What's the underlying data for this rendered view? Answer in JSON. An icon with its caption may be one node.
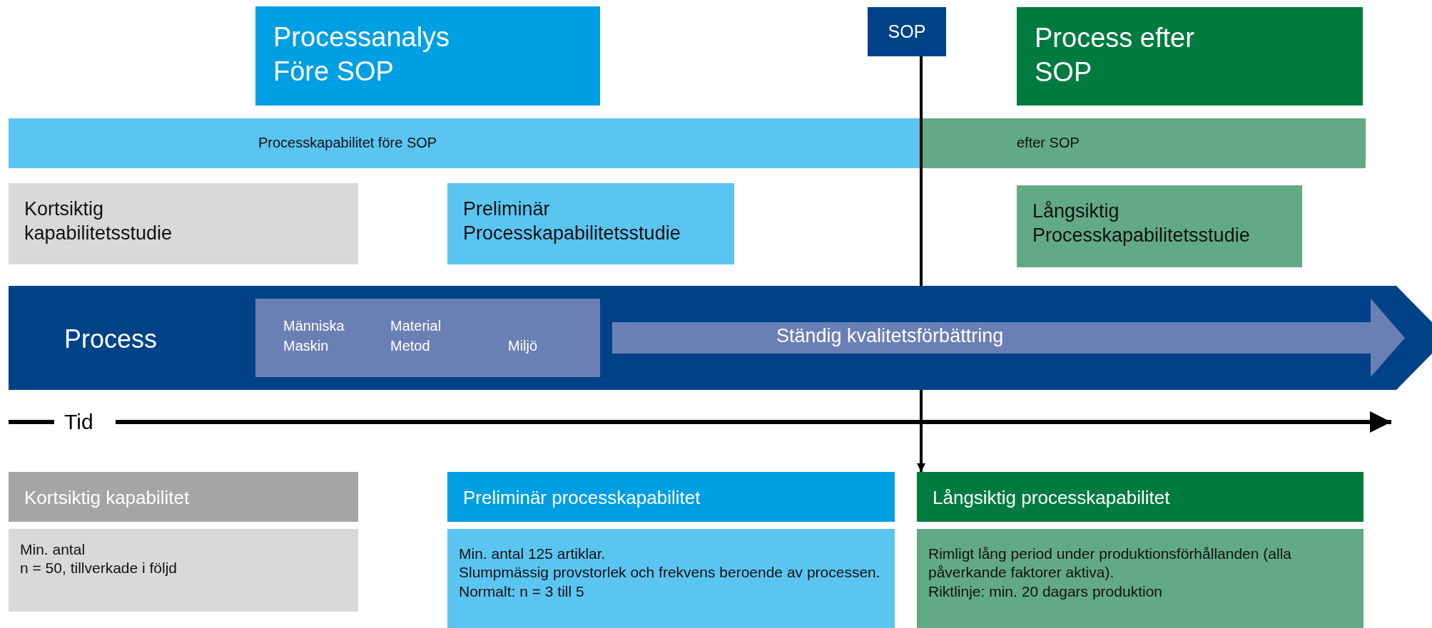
{
  "diagram": {
    "nodes": [
      {
        "text": [
          "Processanalys Före SOP"
        ]
      },
      {
        "text": [
          "SOP"
        ]
      },
      {
        "text": [
          "Process efter SOP"
        ]
      },
      {
        "text": [
          "Processkapabilitet före SOP"
        ]
      },
      {
        "text": [
          "efter SOP"
        ]
      },
      {
        "text": [
          "Kortsiktig kapabilitetsstudie"
        ]
      },
      {
        "text": [
          "Preliminär Processkapabilitetsstudie"
        ]
      },
      {
        "text": [
          "Långsiktig Processkapabilitetsstudie"
        ]
      },
      {
        "text": [
          "Process"
        ]
      },
      {
        "text": [
          "Människa",
          "Material",
          "Maskin",
          "Metod",
          "Miljö"
        ],
        "in": 8
      },
      {
        "text": [
          "Ständig kvalitetsförbättring"
        ],
        "in": 8
      },
      {
        "text": [
          "Kortsiktig kapabilitet"
        ]
      },
      {
        "text": [
          "Preliminär processkapabilitet"
        ]
      },
      {
        "text": [
          "Långsiktig processkapabilitet"
        ]
      },
      {
        "text": [
          "Min. antal",
          "n = 50, tillverkade i följd"
        ]
      },
      {
        "text": [
          "Min. antal 125 artiklar.",
          "Slumpmässig provstorlek och frekvens beroende av processen.",
          "Normalt: n = 3 till 5"
        ]
      },
      {
        "text": [
          "Rimligt lång period under produktionsförhållanden (alla påverkande faktorer aktiva).",
          "Riktlinje: min. 20 dagars produktion"
        ]
      }
    ],
    "edges": [
      {
        "from": 1,
        "to": 13,
        "arrow": "to"
      }
    ],
    "labels": [
      "Tid"
    ]
  }
}
